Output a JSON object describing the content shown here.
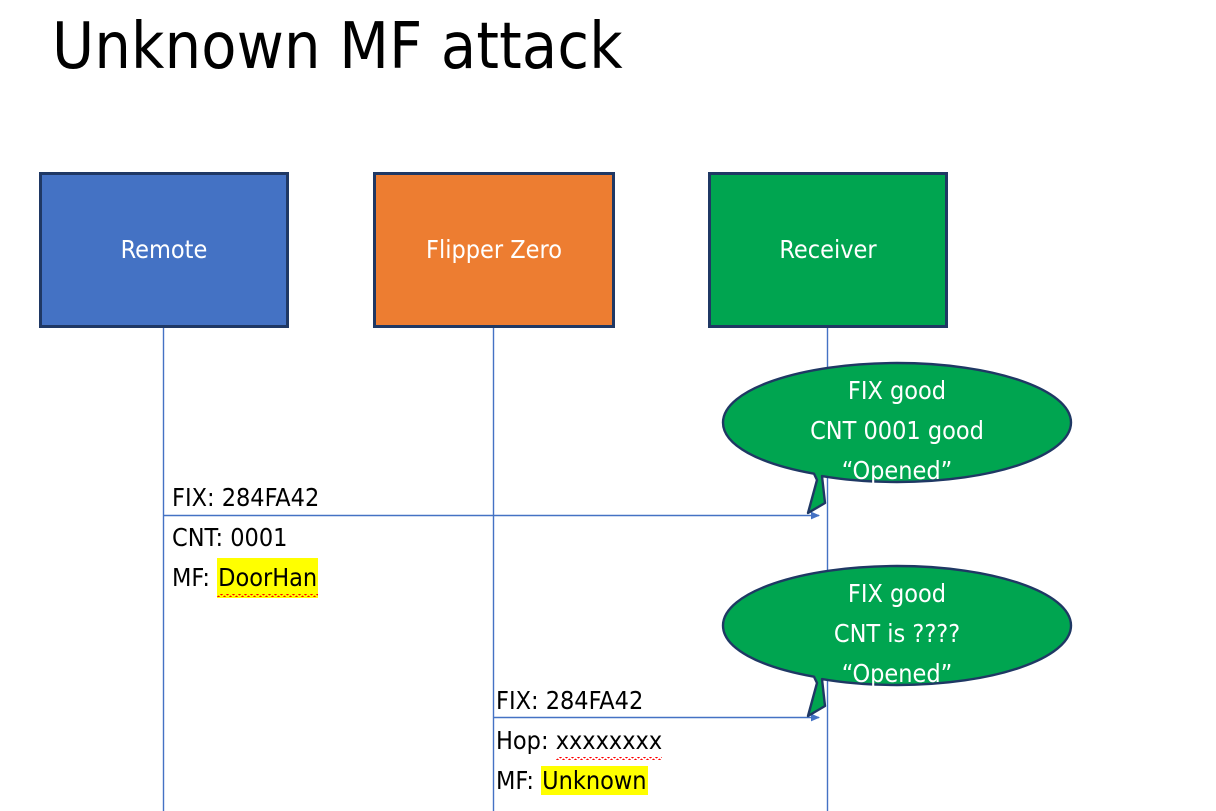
{
  "slide": {
    "title": "Unknown MF attack",
    "background": "#ffffff"
  },
  "colors": {
    "remote_fill": "#4472C4",
    "flipper_fill": "#ED7D31",
    "receiver_fill": "#00A550",
    "box_border": "#1F3864",
    "lifeline": "#4472C4",
    "arrow": "#4472C4",
    "callout_fill": "#00A550",
    "callout_border": "#1F3864",
    "highlight": "#FFFF00",
    "spellcheck_underline": "#FF0000",
    "text_light": "#FFFFFF",
    "text_dark": "#000000"
  },
  "actors": [
    {
      "id": "remote",
      "label": "Remote",
      "fill": "#4472C4"
    },
    {
      "id": "flipper",
      "label": "Flipper Zero",
      "fill": "#ED7D31"
    },
    {
      "id": "receiver",
      "label": "Receiver",
      "fill": "#00A550"
    }
  ],
  "messages": [
    {
      "id": "msg-1",
      "from": "remote",
      "to": "receiver",
      "above": "FIX: 284FA42",
      "below_line_1_prefix": "CNT: ",
      "below_line_1_value": "0001",
      "below_line_2_prefix": "MF: ",
      "below_line_2_value": "DoorHan",
      "below_line_2_highlighted": true,
      "below_line_2_spellchecked": true
    },
    {
      "id": "msg-2",
      "from": "flipper",
      "to": "receiver",
      "above": "FIX: 284FA42",
      "below_line_1_prefix": "Hop: ",
      "below_line_1_value": "xxxxxxxx",
      "below_line_1_spellchecked": true,
      "below_line_2_prefix": "MF: ",
      "below_line_2_value": "Unknown",
      "below_line_2_highlighted": true
    }
  ],
  "callouts": [
    {
      "id": "callout-1",
      "line_1": "FIX good",
      "line_2": "CNT 0001 good",
      "line_3": "“Opened”"
    },
    {
      "id": "callout-2",
      "line_1": "FIX good",
      "line_2": "CNT is ????",
      "line_3": "“Opened”"
    }
  ]
}
